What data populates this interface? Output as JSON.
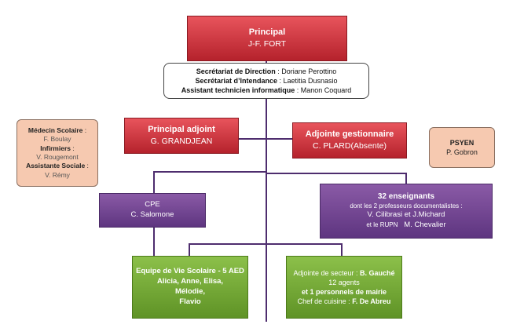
{
  "principal": {
    "title": "Principal",
    "name": "J-F. FORT"
  },
  "secretariat": {
    "rows": [
      {
        "label": "Secrétariat de Direction",
        "value": "Doriane Perottino"
      },
      {
        "label": "Secrétariat d’Intendance",
        "value": "Laetitia Dusnasio"
      },
      {
        "label": "Assistant technicien informatique",
        "value": "Manon Coquard"
      }
    ]
  },
  "adjoint": {
    "title": "Principal adjoint",
    "name": "G. GRANDJEAN"
  },
  "gestionnaire": {
    "title": "Adjointe gestionnaire",
    "name": "C. PLARD(Absente)"
  },
  "medical": {
    "label1": "Médecin Scolaire",
    "name1": "F. Boulay",
    "label2": "Infirmiers",
    "name2": "V. Rougemont",
    "label3": "Assistante Sociale",
    "name3": "V. Rémy"
  },
  "psyen": {
    "title": "PSYEN",
    "name": "P. Gobron"
  },
  "cpe": {
    "title": "CPE",
    "name": "C. Salomone"
  },
  "enseignants": {
    "title": "32 enseignants",
    "line2": "dont les 2 professeurs documentalistes :",
    "line3": "V. Cilibrasi et J.Michard",
    "line4_prefix": "et le RUPN",
    "line4_name": "M. Chevalier"
  },
  "vie_scolaire": {
    "title": "Equipe de Vie Scolaire - 5 AED",
    "line1": "Alicia, Anne, Elisa,",
    "line2": "Mélodie,",
    "line3": "Flavio"
  },
  "secteur": {
    "label1": "Adjointe de secteur",
    "name1": "B. Gauché",
    "line2": "12 agents",
    "line3": "et 1 personnels de mairie",
    "label4": "Chef de cuisine",
    "name4": "F. De Abreu"
  },
  "colors": {
    "red": "#c8323a",
    "purple": "#6b3f8c",
    "green": "#72a832",
    "peach": "#f6c9b0",
    "line": "#4e2d6e"
  }
}
